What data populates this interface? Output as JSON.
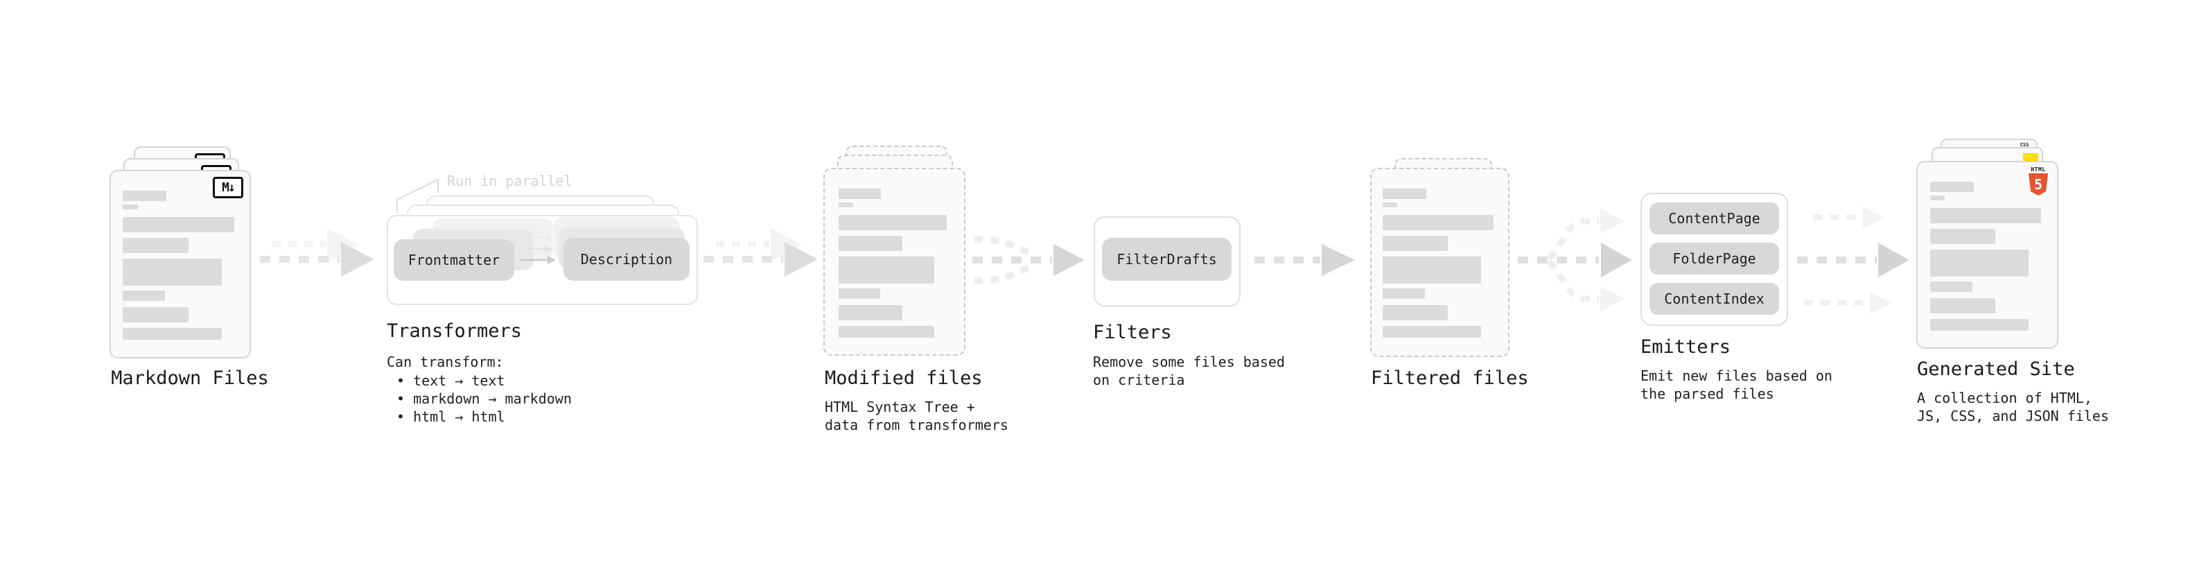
{
  "diagram": {
    "stages": {
      "markdown_files": {
        "label": "Markdown Files"
      },
      "transformers": {
        "label": "Transformers",
        "annotation": "Run in parallel",
        "node_left": "Frontmatter",
        "node_right": "Description",
        "desc_title": "Can transform:",
        "bullets": [
          "• text → text",
          "• markdown → markdown",
          "• html → html"
        ]
      },
      "modified_files": {
        "label": "Modified files",
        "desc1": "HTML Syntax Tree +",
        "desc2": "data from transformers"
      },
      "filters": {
        "label": "Filters",
        "node": "FilterDrafts",
        "desc1": "Remove some files based",
        "desc2": "on criteria"
      },
      "filtered_files": {
        "label": "Filtered files"
      },
      "emitters": {
        "label": "Emitters",
        "nodes": [
          "ContentPage",
          "FolderPage",
          "ContentIndex"
        ],
        "desc1": "Emit new files based on",
        "desc2": "the parsed files"
      },
      "generated_site": {
        "label": "Generated Site",
        "desc1": "A collection of HTML,",
        "desc2": "JS, CSS, and JSON files"
      }
    },
    "icons": {
      "markdown_badge": "M↓",
      "html_word": "HTML",
      "html5_number": "5",
      "css_badge": "CSS"
    },
    "colors": {
      "html5_orange": "#e8522e",
      "js_yellow": "#ffdd00",
      "css_blue": "#2965f1"
    }
  }
}
